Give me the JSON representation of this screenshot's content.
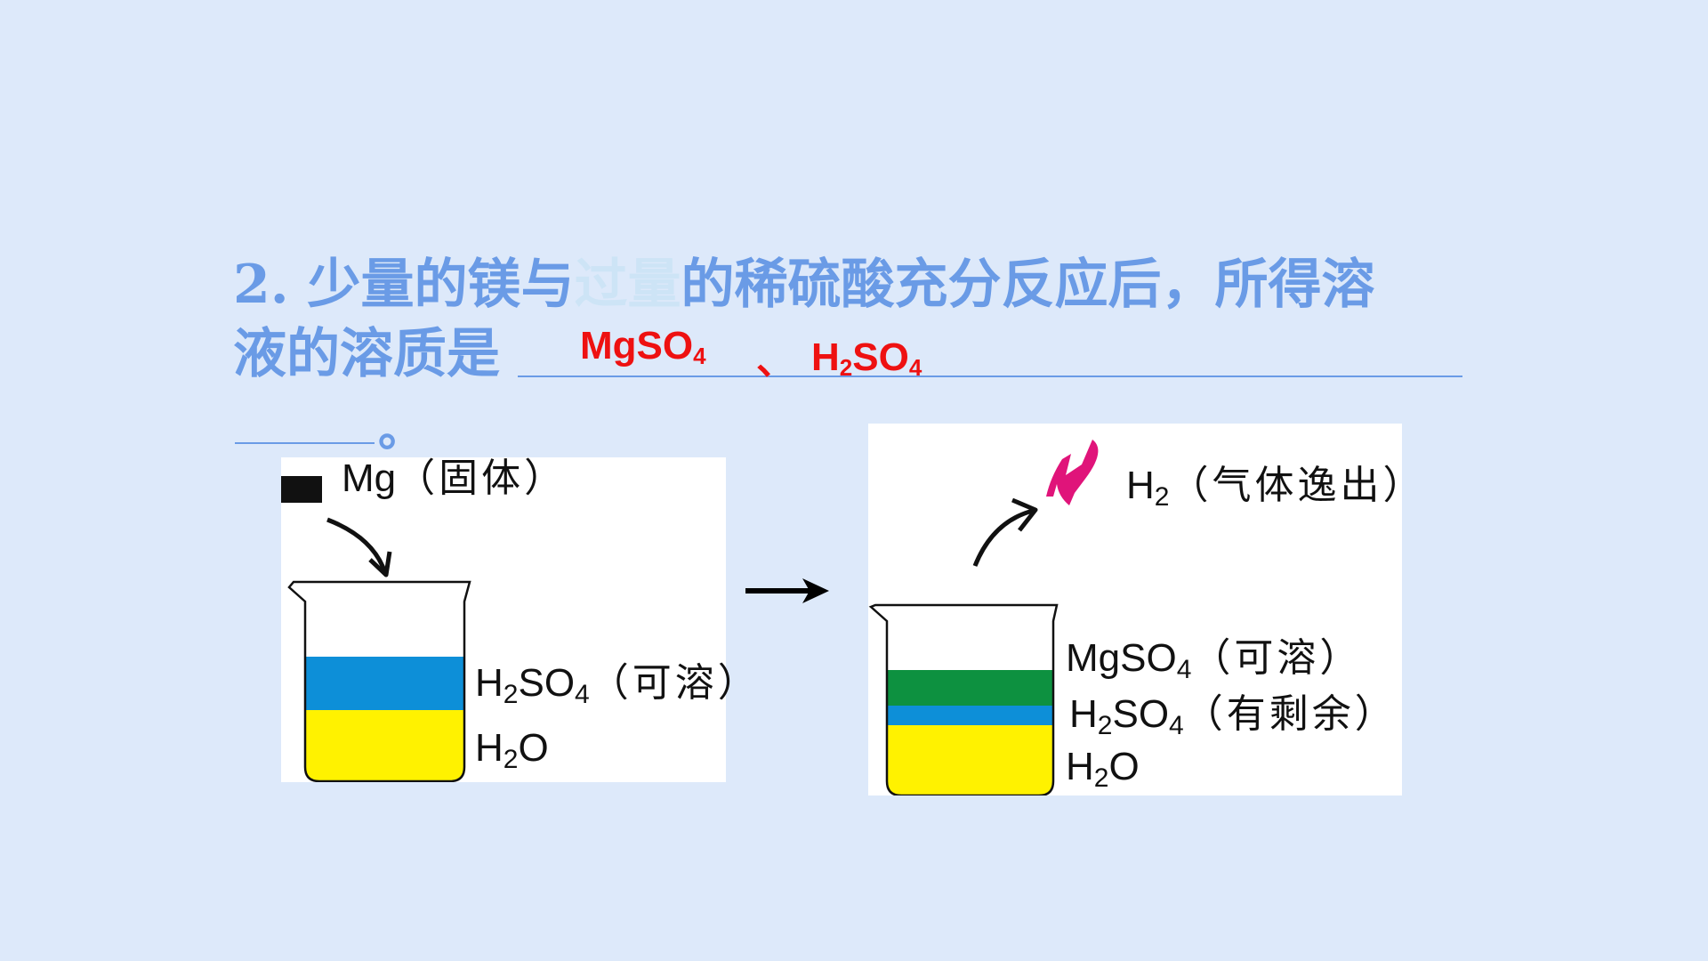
{
  "question": {
    "number": "2.",
    "line1_a": "少量的镁与",
    "line1_highlight": "过量",
    "line1_b": "的稀硫酸充分反应后，所得溶",
    "line2": "液的溶质是",
    "period": "。"
  },
  "answer": {
    "ans1_base": "MgSO",
    "ans1_sub": "4",
    "separator": "、",
    "ans2_a": "H",
    "ans2_sub1": "2",
    "ans2_b": "SO",
    "ans2_sub2": "4"
  },
  "left_panel": {
    "solid_label": "Mg",
    "solid_note": "（固体）",
    "acid_a": "H",
    "acid_sub1": "2",
    "acid_b": "SO",
    "acid_sub2": "4",
    "acid_note": "（可溶）",
    "water_a": "H",
    "water_sub": "2",
    "water_b": "O"
  },
  "right_panel": {
    "gas_a": "H",
    "gas_sub": "2",
    "gas_note": "（气体逸出）",
    "salt_base": "MgSO",
    "salt_sub": "4",
    "salt_note": "（可溶）",
    "acid_a": "H",
    "acid_sub1": "2",
    "acid_b": "SO",
    "acid_sub2": "4",
    "acid_note": "（有剩余）",
    "water_a": "H",
    "water_sub": "2",
    "water_b": "O"
  },
  "colors": {
    "title_blue": "#6a9be6",
    "highlight": "#cde4f6",
    "answer_red": "#ee1111",
    "acid_blue": "#0d8fd8",
    "water_yellow": "#fff200",
    "salt_green": "#0d9140",
    "gas_pink": "#e0147a"
  }
}
